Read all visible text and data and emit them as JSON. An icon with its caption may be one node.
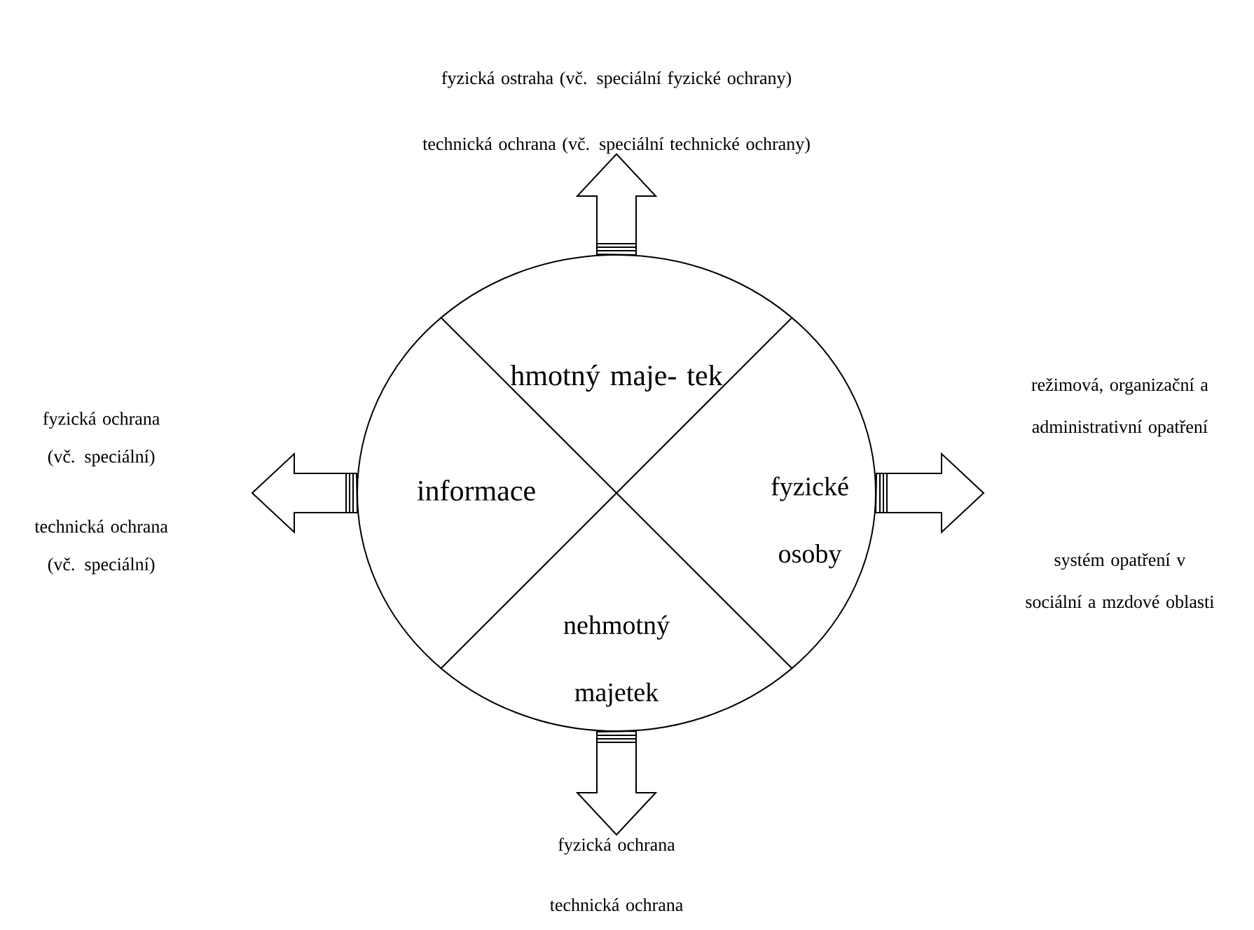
{
  "diagram": {
    "nodes": [
      {
        "text": [
          "hmotný maje- tek",
          "informace",
          "fyzické osoby",
          "nehmotný majetek"
        ]
      },
      {
        "text": [
          "fyzická ostraha (vč. speciální fyzické ochrany)",
          "technická ochrana (vč. speciální technické ochrany)"
        ]
      },
      {
        "text": [
          "fyzická ochrana (vč. speciální)",
          "technická ochrana (vč. speciální)"
        ]
      },
      {
        "text": [
          "režimová, organizační a administrativní opatření",
          "systém opatření v sociální a mzdové oblasti"
        ]
      },
      {
        "text": [
          "fyzická ochrana",
          "technická ochrana"
        ]
      }
    ],
    "edges": [
      {
        "from": 0,
        "to": 1,
        "arrow": "to"
      },
      {
        "from": 0,
        "to": 2,
        "arrow": "to"
      },
      {
        "from": 0,
        "to": 3,
        "arrow": "to"
      },
      {
        "from": 0,
        "to": 4,
        "arrow": "to"
      }
    ]
  }
}
